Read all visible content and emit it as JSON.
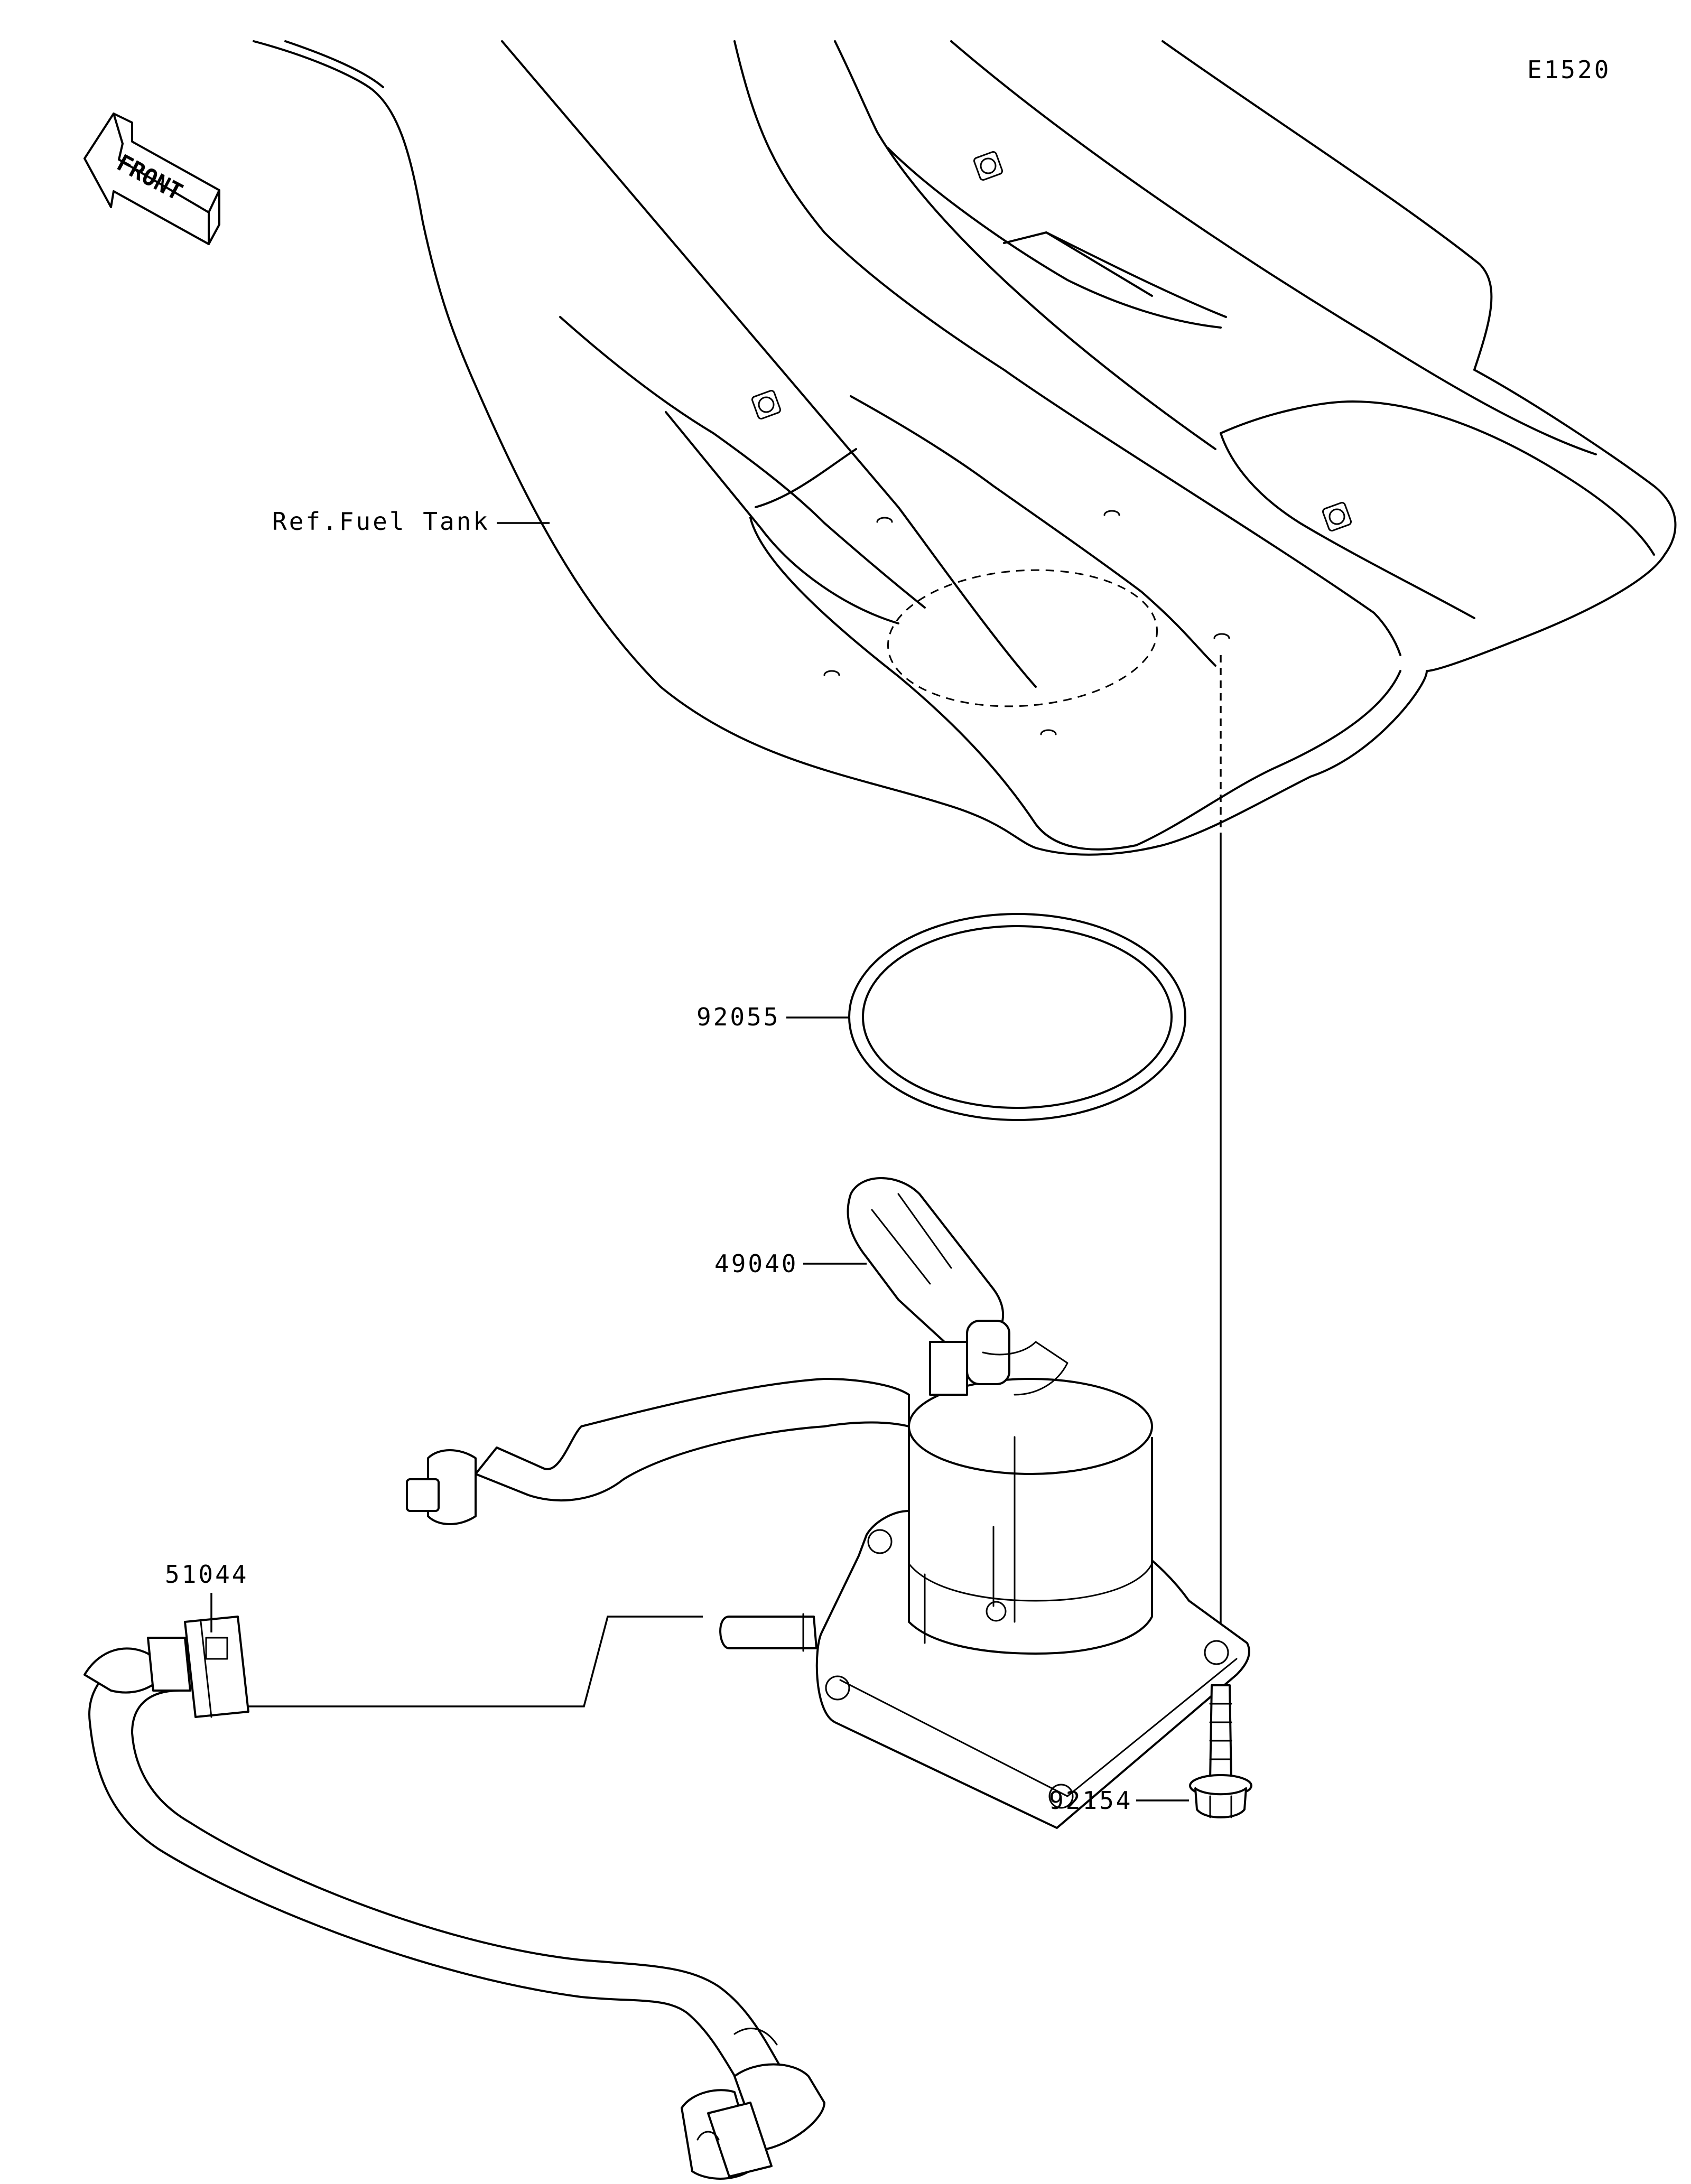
{
  "diagram_code": "E1520",
  "front_indicator": {
    "label": "FRONT",
    "icon": "front-arrow-icon"
  },
  "parts": [
    {
      "id": "ref_tank",
      "label": "Ref.Fuel Tank",
      "description_icon": "fuel-tank-icon"
    },
    {
      "id": "gasket",
      "label": "92055",
      "description_icon": "o-ring-gasket-icon"
    },
    {
      "id": "pump",
      "label": "49040",
      "description_icon": "fuel-pump-icon"
    },
    {
      "id": "hose",
      "label": "51044",
      "description_icon": "fuel-hose-icon"
    },
    {
      "id": "bolt",
      "label": "92154",
      "description_icon": "flange-bolt-icon"
    }
  ]
}
